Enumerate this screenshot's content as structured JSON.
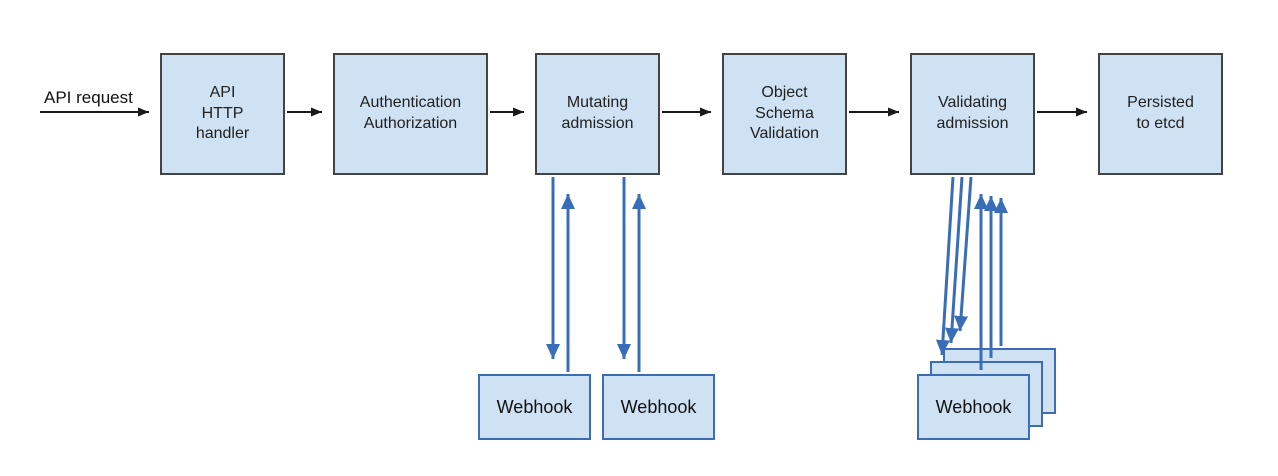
{
  "api_request_label": "API request",
  "pipeline": [
    {
      "label": "API\nHTTP\nhandler"
    },
    {
      "label": "Authentication\nAuthorization"
    },
    {
      "label": "Mutating\nadmission"
    },
    {
      "label": "Object\nSchema\nValidation"
    },
    {
      "label": "Validating\nadmission"
    },
    {
      "label": "Persisted\nto etcd"
    }
  ],
  "webhooks": {
    "mutating": [
      {
        "label": "Webhook"
      },
      {
        "label": "Webhook"
      }
    ],
    "validating_front_label": "Webhook"
  },
  "colors": {
    "box_fill": "#cfe2f3",
    "box_border": "#434343",
    "webhook_border": "#3c6cb4",
    "arrow_black": "#1a1a1a",
    "arrow_blue": "#3a6db8",
    "text": "#212121",
    "background": "#ffffff"
  }
}
